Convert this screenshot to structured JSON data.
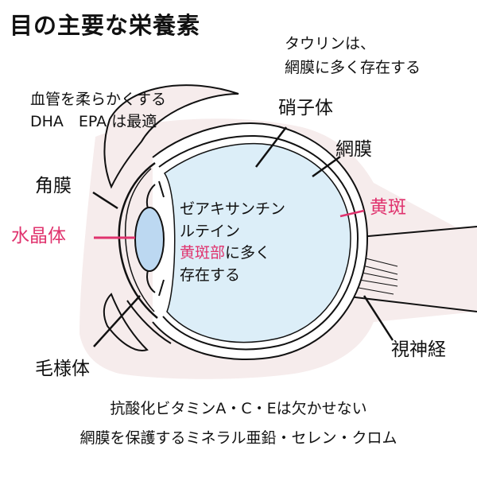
{
  "title": "目の主要な栄養素",
  "notes": {
    "taurine_line1": "タウリンは、",
    "taurine_line2": "網膜に多く存在する",
    "dha_line1": "血管を柔らかくする",
    "dha_line2": "DHA　EPA は最適"
  },
  "labels": {
    "vitreous": "硝子体",
    "retina": "網膜",
    "cornea": "角膜",
    "macula": "黄斑",
    "lens": "水晶体",
    "ciliary_body": "毛様体",
    "optic_nerve": "視神経"
  },
  "center_text": {
    "line1": "ゼアキサンチン",
    "line2": "ルテイン",
    "line3_highlight": "黄斑部",
    "line3_rest": "に多く",
    "line4": "存在する"
  },
  "bottom": {
    "line1": "抗酸化ビタミンA・C・Eは欠かせない",
    "line2": "網膜を保護するミネラル亜鉛・セレン・クロム"
  },
  "colors": {
    "highlight": "#e0336e",
    "eye_fill": "#dceef8",
    "tissue_fill": "#f6ecec",
    "lens_fill": "#bcd8f1"
  }
}
